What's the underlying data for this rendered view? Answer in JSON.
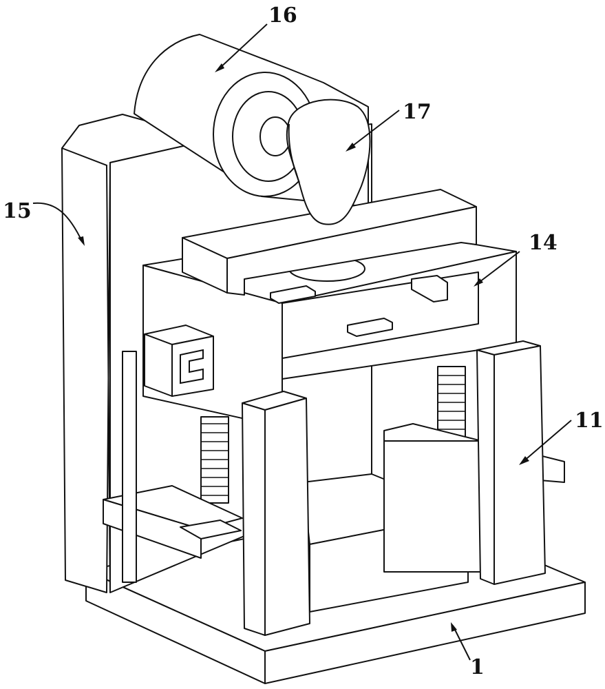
{
  "figure": {
    "labels": {
      "base": "1",
      "guide_post": "11",
      "frame": "14",
      "side_plate": "15",
      "motor": "16",
      "cam": "17"
    },
    "line_color": "#111111",
    "background": "#ffffff"
  }
}
